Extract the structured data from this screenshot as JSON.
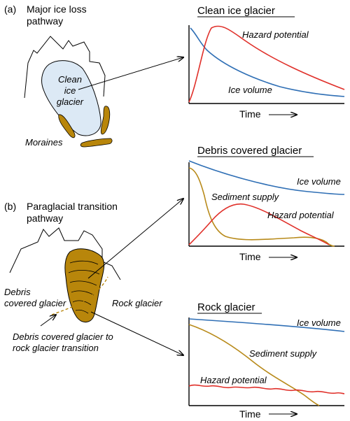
{
  "panels": {
    "a": {
      "letter": "(a)",
      "title_line1": "Major ice loss",
      "title_line2": "pathway",
      "glacier_label_line1": "Clean",
      "glacier_label_line2": "ice",
      "glacier_label_line3": "glacier",
      "moraines_label": "Moraines"
    },
    "b": {
      "letter": "(b)",
      "title_line1": "Paraglacial transition",
      "title_line2": "pathway",
      "debris_label_line1": "Debris",
      "debris_label_line2": "covered glacier",
      "rock_label": "Rock glacier",
      "transition_label_line1": "Debris covered glacier to",
      "transition_label_line2": "rock glacier transition"
    }
  },
  "charts": {
    "clean": {
      "title": "Clean ice glacier",
      "xlabel": "Time",
      "series_labels": {
        "hazard": "Hazard potential",
        "ice": "Ice volume"
      }
    },
    "debris": {
      "title": "Debris covered glacier",
      "xlabel": "Time",
      "series_labels": {
        "ice": "Ice volume",
        "sediment": "Sediment supply",
        "hazard": "Hazard potential"
      }
    },
    "rock": {
      "title": "Rock glacier",
      "xlabel": "Time",
      "series_labels": {
        "ice": "Ice volume",
        "sediment": "Sediment supply",
        "hazard": "Hazard potential"
      }
    }
  },
  "colors": {
    "ice_volume": "#2f6fb5",
    "hazard": "#e0302a",
    "sediment": "#b88a1a",
    "moraine": "#b8860b",
    "glacier_fill": "#dce9f5"
  }
}
